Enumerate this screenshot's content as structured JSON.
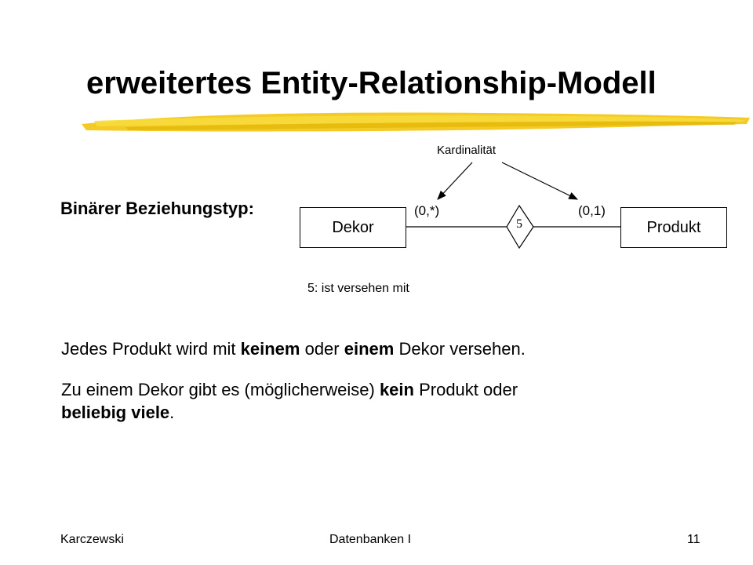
{
  "slide": {
    "title": "erweitertes Entity-Relationship-Modell",
    "section_label": "Binärer Beziehungstyp:"
  },
  "diagram": {
    "annotation": "Kardinalität",
    "entity_left": "Dekor",
    "entity_right": "Produkt",
    "cardinality_left": "(0,*)",
    "cardinality_right": "(0,1)",
    "relationship_number": "5",
    "legend": "5: ist versehen mit"
  },
  "text": {
    "p1": {
      "s1": "Jedes Produkt wird mit ",
      "b1": "keinem",
      "s2": " oder ",
      "b2": "einem",
      "s3": " Dekor versehen."
    },
    "p2": {
      "s1": "Zu einem Dekor gibt es (möglicherweise) ",
      "b1": "kein",
      "s2": " Produkt oder",
      "b2": "beliebig viele",
      "s3": "."
    }
  },
  "footer": {
    "author": "Karczewski",
    "course": "Datenbanken I",
    "page": "11"
  },
  "colors": {
    "underline_stroke": "#f2c200",
    "underline_light": "#f7dc3c"
  }
}
